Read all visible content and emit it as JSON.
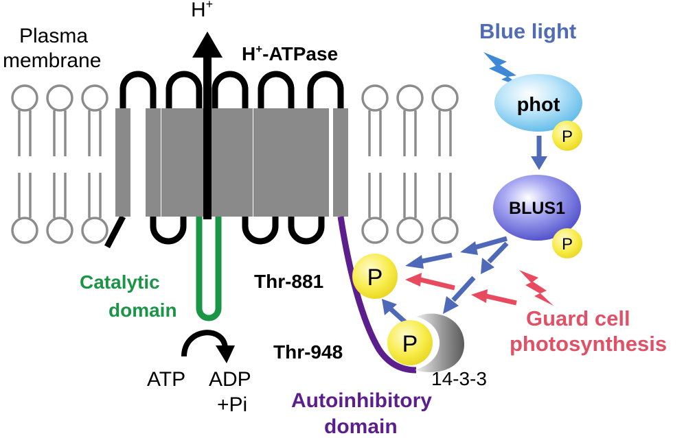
{
  "labels": {
    "h_plus": "H",
    "h_plus_sup": "+",
    "plasma_membrane_1": "Plasma",
    "plasma_membrane_2": "membrane",
    "h_atpase_h": "H",
    "h_atpase_sup": "+",
    "h_atpase_rest": "-ATPase",
    "blue_light": "Blue light",
    "phot": "phot",
    "blus1": "BLUS1",
    "p": "P",
    "thr881": "Thr-881",
    "thr948": "Thr-948",
    "catalytic_1": "Catalytic",
    "catalytic_2": "domain",
    "atp": "ATP",
    "adp_1": "ADP",
    "adp_2": "+Pi",
    "protein_1433": "14-3-3",
    "autoinhibitory_1": "Autoinhibitory",
    "autoinhibitory_2": "domain",
    "guard_cell_1": "Guard cell",
    "guard_cell_2": "photosynthesis"
  },
  "colors": {
    "black": "#000000",
    "membrane_gray": "#8a8a8a",
    "lipid_gray": "#8c8c8c",
    "catalytic_green": "#1a9445",
    "autoinhibitory_purple": "#5c1e8c",
    "blue_arrow": "#4d69b8",
    "blue_text": "#4f6cb5",
    "red_arrow": "#e84a5f",
    "red_text": "#e05066",
    "phosphate_yellow": "#f7ea3a",
    "phot_blue": "#8fd2f2",
    "blus1_purple": "#7a7ae0"
  }
}
